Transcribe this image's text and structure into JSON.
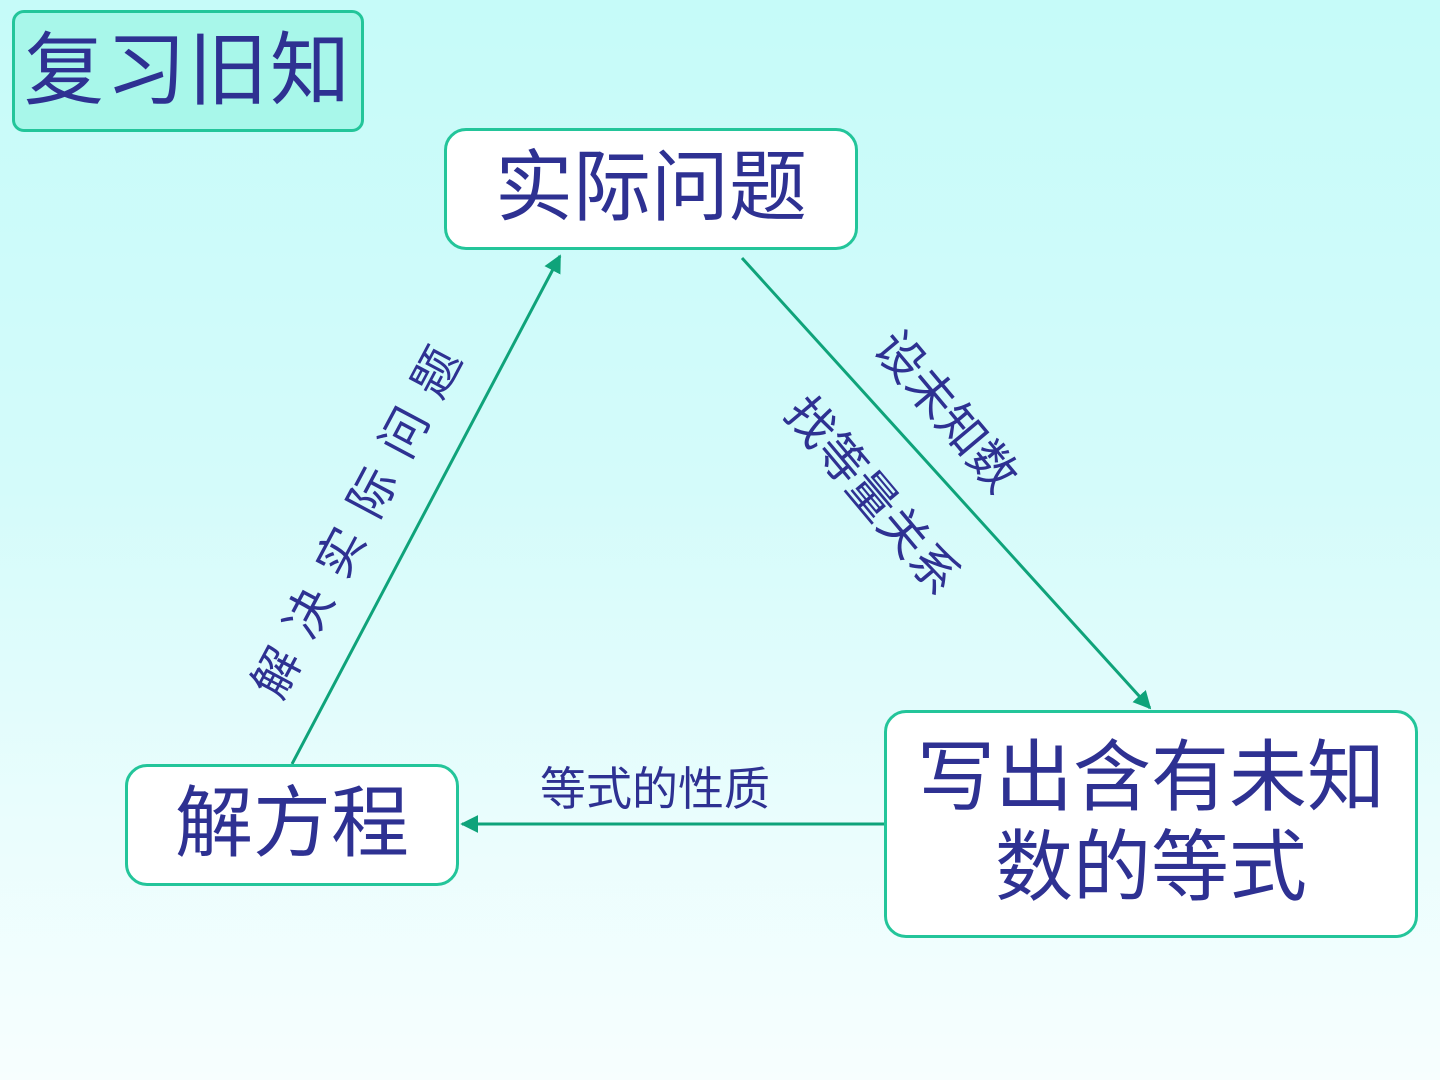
{
  "header": {
    "title": "复习旧知"
  },
  "nodes": {
    "top": "实际问题",
    "left": "解方程",
    "right_line1": "写出含有未知",
    "right_line2": "数的等式"
  },
  "edges": {
    "top_to_right_line1": "设未知数",
    "top_to_right_line2": "找等量关系",
    "right_to_left": "等式的性质",
    "left_to_top": "解决实际问题"
  },
  "colors": {
    "text": "#2e3192",
    "border": "#23c59a",
    "arrow": "#0fa37a",
    "title_fill": "#a8f7ea",
    "background_top": "#c6fbf9",
    "background_bottom": "#f7fefe"
  }
}
